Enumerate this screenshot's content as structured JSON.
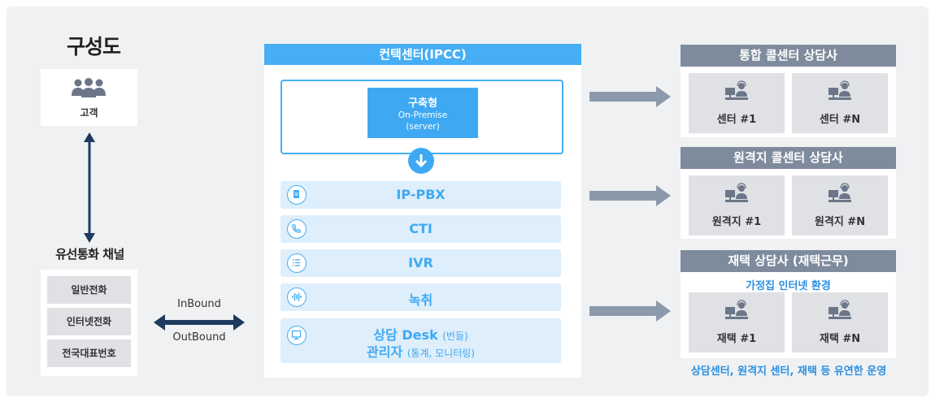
{
  "left": {
    "title": "구성도",
    "customer_label": "고객",
    "channel_title": "유선통화 채널",
    "channels": [
      "일반전화",
      "인터넷전화",
      "전국대표번호"
    ],
    "inbound": "InBound",
    "outbound": "OutBound"
  },
  "center": {
    "header": "컨택센터(IPCC)",
    "onprem_title": "구축형",
    "onprem_sub1": "On-Premise",
    "onprem_sub2": "(server)",
    "modules": [
      {
        "label": "IP-PBX",
        "icon": "document-icon"
      },
      {
        "label": "CTI",
        "icon": "phone-icon"
      },
      {
        "label": "IVR",
        "icon": "list-icon"
      },
      {
        "label": "녹취",
        "icon": "waveform-icon"
      }
    ],
    "desk": {
      "line1_bold": "상담 Desk",
      "line1_small": "(번들)",
      "line2_bold": "관리자",
      "line2_small": "(통계, 모니터링)",
      "icon": "monitor-icon"
    }
  },
  "right": {
    "groups": [
      {
        "title": "통합 콜센터 상담사",
        "agents": [
          "센터 #1",
          "센터 #N"
        ]
      },
      {
        "title": "원격지 콜센터 상담사",
        "agents": [
          "원격지 #1",
          "원격지 #N"
        ]
      },
      {
        "title": "재택 상담사 (재택근무)",
        "subtitle": "가정집 인터넷 환경",
        "agents": [
          "재택 #1",
          "재택 #N"
        ]
      }
    ],
    "bottom_note": "상담센터, 원격지 센터, 재택 등 유연한 운영"
  },
  "colors": {
    "accent": "#45aef5",
    "header_gray": "#7e8b9d",
    "arrow_gray": "#8c99ab",
    "navy": "#1e3a5f",
    "note_blue": "#2b8fe0"
  }
}
